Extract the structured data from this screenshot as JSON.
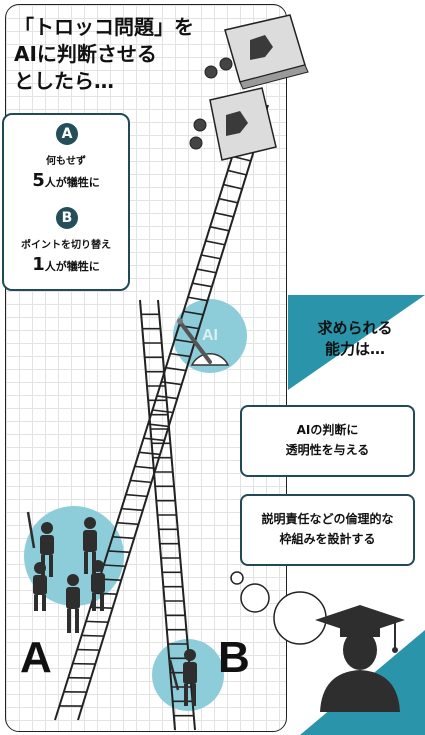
{
  "title": "「トロッコ問題」を\nAIに判断させる\nとしたら…",
  "options": {
    "a": {
      "badge": "A",
      "desc": "何もせず",
      "count": "5",
      "result": "人が犠牲に"
    },
    "b": {
      "badge": "B",
      "desc": "ポイントを切り替え",
      "count": "1",
      "result": "人が犠牲に"
    }
  },
  "track_labels": {
    "a": "A",
    "b": "B"
  },
  "switch_label": "AI",
  "requirements": {
    "header": "求められる\n能力は…",
    "items": [
      {
        "text": "AIの判断に\n透明性を与える"
      },
      {
        "text": "説明責任などの倫理的な\n枠組みを設計する"
      }
    ]
  },
  "colors": {
    "accent_teal": "#2a94ab",
    "light_teal": "#8ccdd9",
    "box_border": "#1f4a56",
    "figure_dark": "#2e2e2e"
  }
}
